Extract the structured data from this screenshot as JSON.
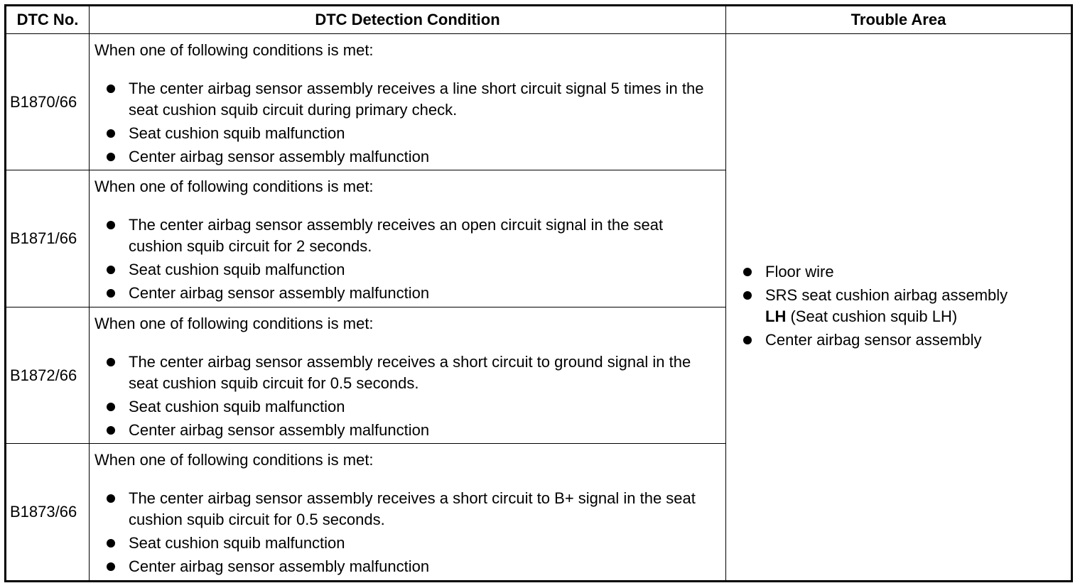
{
  "headers": {
    "dtc": "DTC No.",
    "condition": "DTC Detection Condition",
    "area": "Trouble Area"
  },
  "rows": [
    {
      "dtc": "B1870/66",
      "intro": "When one of following conditions is met:",
      "items": [
        "The center airbag sensor assembly receives a line short circuit signal 5 times in the seat cushion squib circuit during primary check.",
        "Seat cushion squib malfunction",
        "Center airbag sensor assembly malfunction"
      ]
    },
    {
      "dtc": "B1871/66",
      "intro": "When one of following conditions is met:",
      "items": [
        "The center airbag sensor assembly receives an open circuit signal in the seat cushion squib circuit for 2 seconds.",
        "Seat cushion squib malfunction",
        "Center airbag sensor assembly malfunction"
      ]
    },
    {
      "dtc": "B1872/66",
      "intro": "When one of following conditions is met:",
      "items": [
        "The center airbag sensor assembly receives a short circuit to ground signal in the seat cushion squib circuit for 0.5 seconds.",
        "Seat cushion squib malfunction",
        "Center airbag sensor assembly malfunction"
      ]
    },
    {
      "dtc": "B1873/66",
      "intro": "When one of following conditions is met:",
      "items": [
        "The center airbag sensor assembly receives a short circuit to B+ signal in the seat cushion squib circuit for 0.5 seconds.",
        "Seat cushion squib malfunction",
        "Center airbag sensor assembly malfunction"
      ]
    }
  ],
  "trouble_area": {
    "item1": "Floor wire",
    "item2_a": "SRS seat cushion airbag assembly",
    "item2_lh": "LH",
    "item2_b": " (Seat cushion squib LH)",
    "item3": "Center airbag sensor assembly"
  }
}
